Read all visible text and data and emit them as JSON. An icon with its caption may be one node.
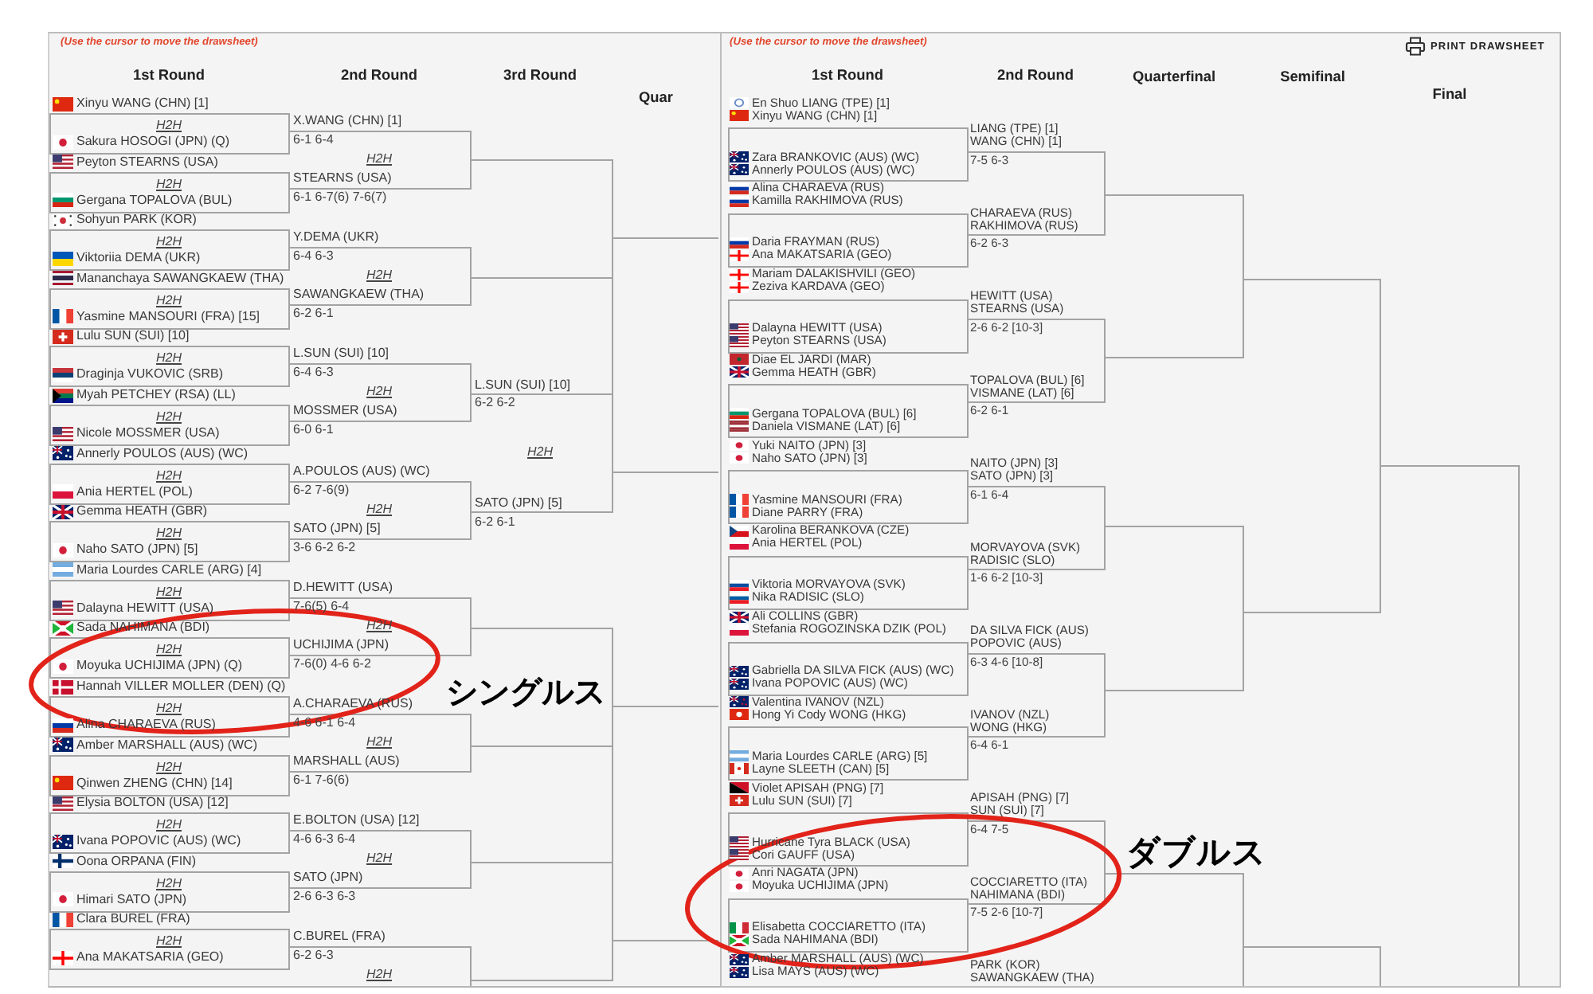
{
  "diagram": {
    "nodes": [
      {
        "text": [
          "(Use the cursor to move the drawsheet)",
          "1st Round",
          "2nd Round",
          "3rd Round",
          "Quar",
          "Xinyu WANG (CHN) [1]",
          "H2H",
          "Sakura HOSOGI (JPN) (Q)",
          "Peyton STEARNS (USA)",
          "H2H",
          "Gergana TOPALOVA (BUL)",
          "Sohyun PARK (KOR)",
          "H2H",
          "Viktoriia DEMA (UKR)",
          "Mananchaya SAWANGKAEW (THA)",
          "H2H",
          "Yasmine MANSOURI (FRA) [15]",
          "Lulu SUN (SUI) [10]",
          "H2H",
          "Draginja VUKOVIC (SRB)",
          "Myah PETCHEY (RSA) (LL)",
          "H2H",
          "Nicole MOSSMER (USA)",
          "Annerly POULOS (AUS) (WC)",
          "H2H",
          "Ania HERTEL (POL)",
          "Gemma HEATH (GBR)",
          "H2H",
          "Naho SATO (JPN) [5]",
          "Maria Lourdes CARLE (ARG) [4]",
          "H2H",
          "Dalayna HEWITT (USA)",
          "Sada NAHIMANA (BDI)",
          "H2H",
          "Moyuka UCHIJIMA (JPN) (Q)",
          "Hannah VILLER MOLLER (DEN) (Q)",
          "H2H",
          "Alina CHARAEVA (RUS)",
          "Amber MARSHALL (AUS) (WC)",
          "H2H",
          "Qinwen ZHENG (CHN) [14]",
          "Elysia BOLTON (USA) [12]",
          "H2H",
          "Ivana POPOVIC (AUS) (WC)",
          "Oona ORPANA (FIN)",
          "H2H",
          "Himari SATO (JPN)",
          "Clara BUREL (FRA)",
          "H2H",
          "Ana MAKATSARIA (GEO)",
          "X.WANG (CHN) [1]",
          "6-1 6-4",
          "H2H",
          "STEARNS (USA)",
          "6-1 6-7(6) 7-6(7)",
          "Y.DEMA (UKR)",
          "6-4 6-3",
          "H2H",
          "SAWANGKAEW (THA)",
          "6-2 6-1",
          "L.SUN (SUI) [10]",
          "6-4 6-3",
          "H2H",
          "MOSSMER (USA)",
          "6-0 6-1",
          "A.POULOS (AUS) (WC)",
          "6-2 7-6(9)",
          "H2H",
          "SATO (JPN) [5]",
          "3-6 6-2 6-2",
          "D.HEWITT (USA)",
          "7-6(5) 6-4",
          "H2H",
          "UCHIJIMA (JPN)",
          "7-6(0) 4-6 6-2",
          "A.CHARAEVA (RUS)",
          "4-6 6-1 6-4",
          "H2H",
          "MARSHALL (AUS)",
          "6-1 7-6(6)",
          "E.BOLTON (USA) [12]",
          "4-6 6-3 6-4",
          "H2H",
          "SATO (JPN)",
          "2-6 6-3 6-3",
          "C.BUREL (FRA)",
          "6-2 6-3",
          "H2H",
          "L.SUN (SUI) [10]",
          "6-2 6-2",
          "H2H",
          "SATO (JPN) [5]",
          "6-2 6-1"
        ]
      },
      {
        "text": [
          "(Use the cursor to move the drawsheet)",
          "PRINT DRAWSHEET",
          "1st Round",
          "2nd Round",
          "Quarterfinal",
          "Semifinal",
          "Final",
          "En Shuo LIANG (TPE) [1]",
          "Xinyu WANG (CHN) [1]",
          "Zara BRANKOVIC (AUS) (WC)",
          "Annerly POULOS (AUS) (WC)",
          "Alina CHARAEVA (RUS)",
          "Kamilla RAKHIMOVA (RUS)",
          "Daria FRAYMAN (RUS)",
          "Ana MAKATSARIA (GEO)",
          "Mariam DALAKISHVILI (GEO)",
          "Zeziva KARDAVA (GEO)",
          "Dalayna HEWITT (USA)",
          "Peyton STEARNS (USA)",
          "Diae EL JARDI (MAR)",
          "Gemma HEATH (GBR)",
          "Gergana TOPALOVA (BUL) [6]",
          "Daniela VISMANE (LAT) [6]",
          "Yuki NAITO (JPN) [3]",
          "Naho SATO (JPN) [3]",
          "Yasmine MANSOURI (FRA)",
          "Diane PARRY (FRA)",
          "Karolina BERANKOVA (CZE)",
          "Ania HERTEL (POL)",
          "Viktoria MORVAYOVA (SVK)",
          "Nika RADISIC (SLO)",
          "Ali COLLINS (GBR)",
          "Stefania ROGOZINSKA DZIK (POL)",
          "Gabriella DA SILVA FICK (AUS) (WC)",
          "Ivana POPOVIC (AUS) (WC)",
          "Valentina IVANOV (NZL)",
          "Hong Yi Cody WONG (HKG)",
          "Maria Lourdes CARLE (ARG) [5]",
          "Layne SLEETH (CAN) [5]",
          "Violet APISAH (PNG) [7]",
          "Lulu SUN (SUI) [7]",
          "Hurricane Tyra BLACK (USA)",
          "Cori GAUFF (USA)",
          "Anri NAGATA (JPN)",
          "Moyuka UCHIJIMA (JPN)",
          "Elisabetta COCCIARETTO (ITA)",
          "Sada NAHIMANA (BDI)",
          "Amber MARSHALL (AUS) (WC)",
          "Lisa MAYS (AUS) (WC)",
          "LIANG (TPE) [1]",
          "WANG (CHN) [1]",
          "7-5 6-3",
          "CHARAEVA (RUS)",
          "RAKHIMOVA (RUS)",
          "6-2 6-3",
          "HEWITT (USA)",
          "STEARNS (USA)",
          "2-6 6-2 [10-3]",
          "TOPALOVA (BUL) [6]",
          "VISMANE (LAT) [6]",
          "6-2 6-1",
          "NAITO (JPN) [3]",
          "SATO (JPN) [3]",
          "6-1 6-4",
          "MORVAYOVA (SVK)",
          "RADISIC (SLO)",
          "1-6 6-2 [10-3]",
          "DA SILVA FICK (AUS)",
          "POPOVIC (AUS)",
          "6-3 4-6 [10-8]",
          "IVANOV (NZL)",
          "WONG (HKG)",
          "6-4 6-1",
          "APISAH (PNG) [7]",
          "SUN (SUI) [7]",
          "6-4 7-5",
          "COCCIARETTO (ITA)",
          "NAHIMANA (BDI)",
          "7-5 2-6 [10-7]",
          "PARK (KOR)",
          "SAWANGKAEW (THA)"
        ]
      }
    ],
    "labels": [
      "シングルス",
      "ダブルス"
    ]
  }
}
